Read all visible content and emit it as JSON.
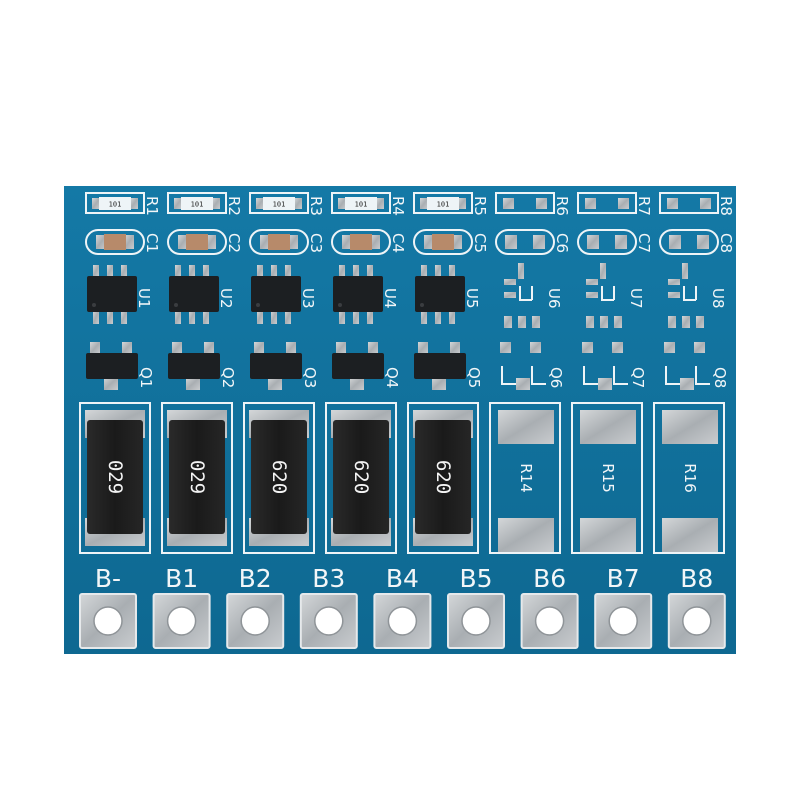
{
  "board": {
    "colors": {
      "board": "#11709a",
      "board_dark": "#0b5a7f",
      "silkscreen": "#eef4f7",
      "pad": "#b8bcbf",
      "chip": "#1c1f22",
      "chip_resistor": "#1b1b1b",
      "capacitor": "#b78a6a"
    },
    "cells": [
      {
        "resistor": {
          "ref": "R1",
          "code": "101",
          "populated": true
        },
        "capacitor": {
          "ref": "C1",
          "populated": true
        },
        "ic": {
          "ref": "U1",
          "populated": true
        },
        "mosfet": {
          "ref": "Q1",
          "populated": true
        },
        "shunt": {
          "value": "029",
          "ref": "",
          "populated": true
        }
      },
      {
        "resistor": {
          "ref": "R2",
          "code": "101",
          "populated": true
        },
        "capacitor": {
          "ref": "C2",
          "populated": true
        },
        "ic": {
          "ref": "U2",
          "populated": true
        },
        "mosfet": {
          "ref": "Q2",
          "populated": true
        },
        "shunt": {
          "value": "029",
          "ref": "",
          "populated": true
        }
      },
      {
        "resistor": {
          "ref": "R3",
          "code": "101",
          "populated": true
        },
        "capacitor": {
          "ref": "C3",
          "populated": true
        },
        "ic": {
          "ref": "U3",
          "populated": true
        },
        "mosfet": {
          "ref": "Q3",
          "populated": true
        },
        "shunt": {
          "value": "620",
          "ref": "",
          "populated": true
        }
      },
      {
        "resistor": {
          "ref": "R4",
          "code": "101",
          "populated": true
        },
        "capacitor": {
          "ref": "C4",
          "populated": true
        },
        "ic": {
          "ref": "U4",
          "populated": true
        },
        "mosfet": {
          "ref": "Q4",
          "populated": true
        },
        "shunt": {
          "value": "620",
          "ref": "",
          "populated": true
        }
      },
      {
        "resistor": {
          "ref": "R5",
          "code": "101",
          "populated": true
        },
        "capacitor": {
          "ref": "C5",
          "populated": true
        },
        "ic": {
          "ref": "U5",
          "populated": true
        },
        "mosfet": {
          "ref": "Q5",
          "populated": true
        },
        "shunt": {
          "value": "620",
          "ref": "",
          "populated": true
        }
      },
      {
        "resistor": {
          "ref": "R6",
          "code": "",
          "populated": false
        },
        "capacitor": {
          "ref": "C6",
          "populated": false
        },
        "ic": {
          "ref": "U6",
          "populated": false
        },
        "mosfet": {
          "ref": "Q6",
          "populated": false
        },
        "shunt": {
          "value": "",
          "ref": "R14",
          "populated": false
        }
      },
      {
        "resistor": {
          "ref": "R7",
          "code": "",
          "populated": false
        },
        "capacitor": {
          "ref": "C7",
          "populated": false
        },
        "ic": {
          "ref": "U7",
          "populated": false
        },
        "mosfet": {
          "ref": "Q7",
          "populated": false
        },
        "shunt": {
          "value": "",
          "ref": "R15",
          "populated": false
        }
      },
      {
        "resistor": {
          "ref": "R8",
          "code": "",
          "populated": false
        },
        "capacitor": {
          "ref": "C8",
          "populated": false
        },
        "ic": {
          "ref": "U8",
          "populated": false
        },
        "mosfet": {
          "ref": "Q8",
          "populated": false
        },
        "shunt": {
          "value": "",
          "ref": "R16",
          "populated": false
        }
      }
    ],
    "terminals": [
      "B-",
      "B1",
      "B2",
      "B3",
      "B4",
      "B5",
      "B6",
      "B7",
      "B8"
    ]
  }
}
